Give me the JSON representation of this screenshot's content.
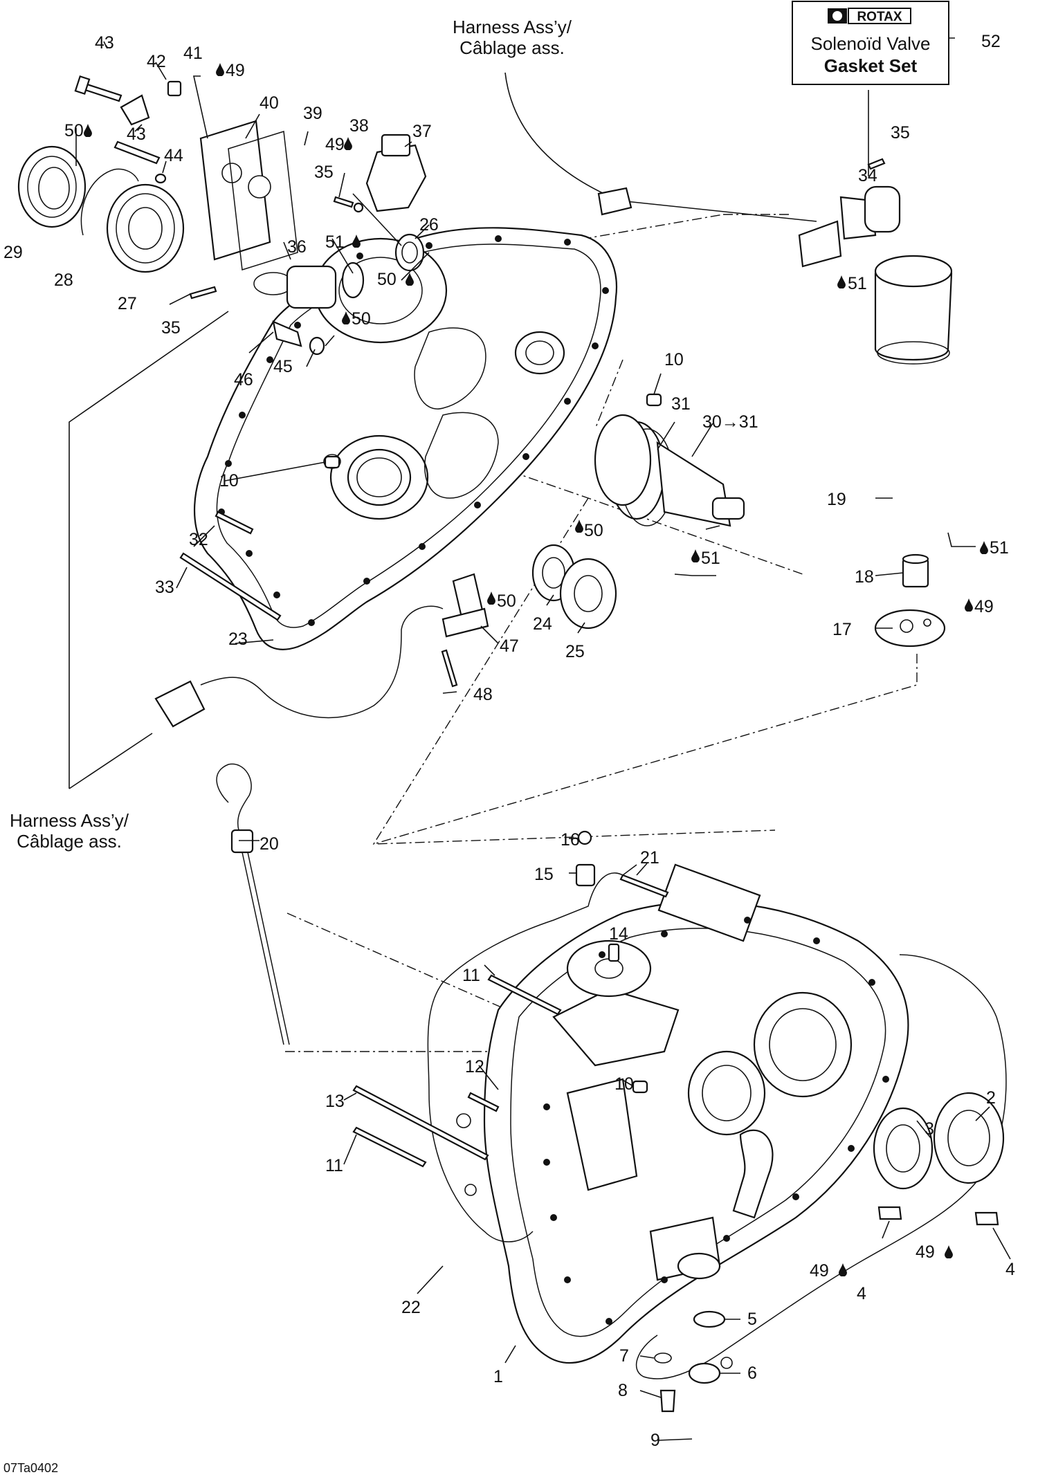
{
  "harness_note_top": [
    "Harness Ass’y/",
    "Câblage ass."
  ],
  "harness_note_left": [
    "Harness Ass’y/",
    "Câblage ass."
  ],
  "kit": {
    "brand": "ROTAX",
    "line1": "Solenoïd Valve",
    "line2": "Gasket Set",
    "number": "52"
  },
  "drawing_ref": "07Ta0402",
  "callouts": {
    "c43a": "43",
    "c42": "42",
    "c41": "41",
    "c49a": "49",
    "c40": "40",
    "c39": "39",
    "c38": "38",
    "c37": "37",
    "c49b": "49",
    "c50a": "50",
    "c43b": "43",
    "c44": "44",
    "c35a": "35",
    "c26": "26",
    "c29": "29",
    "c28": "28",
    "c27": "27",
    "c36": "36",
    "c51a": "51",
    "c50b": "50",
    "c35b": "35",
    "c50c": "50",
    "c46": "46",
    "c45": "45",
    "c35c": "35",
    "c34": "34",
    "c51b": "51",
    "c10a": "10",
    "c31": "31",
    "c30": "30→31",
    "c10b": "10",
    "c19": "19",
    "c51c": "51",
    "c32": "32",
    "c33": "33",
    "c50d": "50",
    "c50e": "50",
    "c18": "18",
    "c49c": "49",
    "c24": "24",
    "c25": "25",
    "c51d": "51",
    "c17": "17",
    "c23": "23",
    "c47": "47",
    "c48": "48",
    "c20": "20",
    "c16": "16",
    "c15": "15",
    "c21": "21",
    "c14": "14",
    "c11a": "11",
    "c12": "12",
    "c10c": "10",
    "c13": "13",
    "c11b": "11",
    "c3": "3",
    "c2": "2",
    "c49d": "49",
    "c49e": "49",
    "c4a": "4",
    "c4b": "4",
    "c22": "22",
    "c5": "5",
    "c1": "1",
    "c7": "7",
    "c6": "6",
    "c8": "8",
    "c9": "9"
  }
}
